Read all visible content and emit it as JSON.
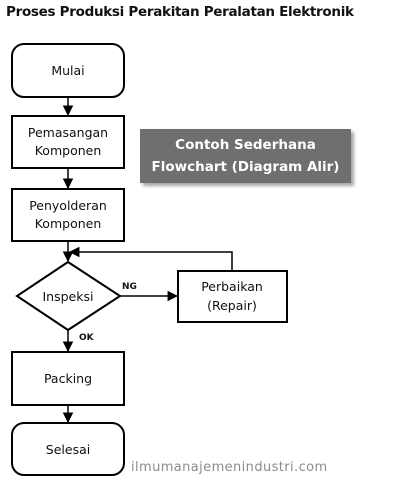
{
  "title": "Proses Produksi Perakitan Peralatan Elektronik",
  "nodes": {
    "mulai": "Mulai",
    "pemasangan_line1": "Pemasangan",
    "pemasangan_line2": "Komponen",
    "penyolderan_line1": "Penyolderan",
    "penyolderan_line2": "Komponen",
    "inspeksi": "Inspeksi",
    "perbaikan_line1": "Perbaikan",
    "perbaikan_line2": "(Repair)",
    "packing": "Packing",
    "selesai": "Selesai"
  },
  "edges": {
    "ng_label": "NG",
    "ok_label": "OK"
  },
  "banner": {
    "line1": "Contoh  Sederhana",
    "line2": "Flowchart (Diagram Alir)"
  },
  "watermark": "ilmumanajemenindustri.com",
  "colors": {
    "stroke": "#000000",
    "banner_bg": "#6f6f6f",
    "banner_text": "#ffffff",
    "watermark": "#8c8c8c"
  }
}
